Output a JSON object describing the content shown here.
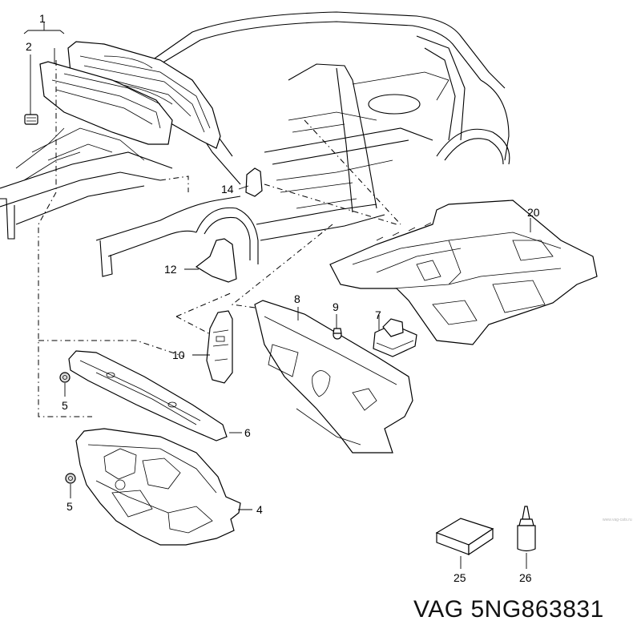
{
  "callouts": {
    "c1": "1",
    "c2": "2",
    "c4": "4",
    "c5a": "5",
    "c5b": "5",
    "c6": "6",
    "c7": "7",
    "c8": "8",
    "c9": "9",
    "c10": "10",
    "c12": "12",
    "c14": "14",
    "c20": "20",
    "c25": "25",
    "c26": "26"
  },
  "part_number": "VAG 5NG863831",
  "watermark": "www.vag-cats.ru"
}
